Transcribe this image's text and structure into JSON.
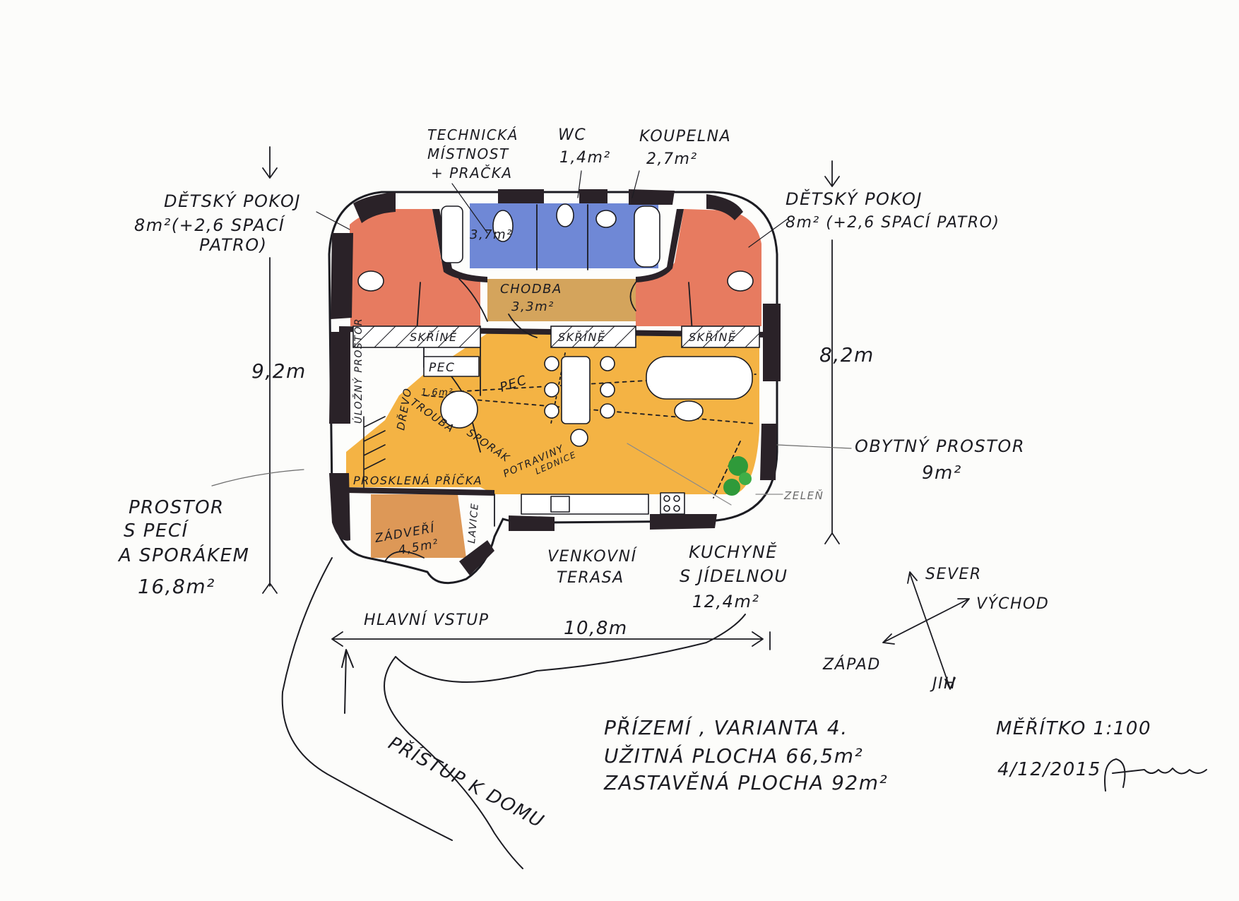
{
  "colors": {
    "paper": "#fcfcfa",
    "ink": "#1c1c22",
    "wall": "#2a2228",
    "child_room": "#e4694a",
    "bath": "#5673cf",
    "corridor": "#cf9a4a",
    "living": "#f2a92a",
    "rear_entry": "#d98d45",
    "greenery": "#2f9a3a"
  },
  "rooms": {
    "child_left": {
      "name": "DĚTSKÝ POKOJ",
      "line2": "8m²(+2,6 SPACÍ",
      "line3": "PATRO)"
    },
    "child_right": {
      "name": "DĚTSKÝ POKOJ",
      "line2": "8m² (+2,6 SPACÍ PATRO)"
    },
    "technical": {
      "line1": "TECHNICKÁ",
      "line2": "MÍSTNOST",
      "line3": "+ PRAČKA",
      "area": "3,7m²"
    },
    "wc": {
      "name": "WC",
      "area": "1,4m²"
    },
    "bathroom": {
      "name": "KOUPELNA",
      "area": "2,7m²"
    },
    "corridor": {
      "name": "CHODBA",
      "area": "3,3m²"
    },
    "living": {
      "name": "OBYTNÝ PROSTOR",
      "area": "9m²"
    },
    "stove_space": {
      "line1": "PROSTOR",
      "line2": "S PECÍ",
      "line3": "A SPORÁKEM",
      "area": "16,8m²"
    },
    "kitchen": {
      "line1": "KUCHYNĚ",
      "line2": "S JÍDELNOU",
      "area": "12,4m²"
    },
    "rear_entry": {
      "name": "ZÁDVEŘÍ",
      "area": "4,5m²"
    },
    "terrace": {
      "line1": "VENKOVNÍ",
      "line2": "TERASA"
    }
  },
  "labels": {
    "wardrobe": "SKŘÍNĚ",
    "oven_top": "PEC",
    "oven_arrow": "PEC",
    "oven_area": "1,6m²",
    "wood": "DŘEVO",
    "baking_oven": "TROUBA",
    "stove": "SPORÁK",
    "groceries": "POTRAVINY",
    "fridge": "LEDNICE",
    "storage": "ÚLOŽNÝ PROSTOR",
    "glass_partition": "PROSKLENÁ PŘÍČKA",
    "bench": "LAVICE",
    "greenery": "ZELEŇ",
    "main_entrance": "HLAVNÍ VSTUP",
    "access": "PŘÍSTUP K DOMU"
  },
  "dimensions": {
    "left_height": "9,2m",
    "right_height": "8,2m",
    "width": "10,8m"
  },
  "compass": {
    "north": "SEVER",
    "east": "VÝCHOD",
    "west": "ZÁPAD",
    "south": "JIH"
  },
  "summary": {
    "line1": "PŘÍZEMÍ , VARIANTA 4.",
    "line2": "UŽITNÁ PLOCHA 66,5m²",
    "line3": "ZASTAVĚNÁ PLOCHA 92m²"
  },
  "meta": {
    "scale": "MĚŘÍTKO 1:100",
    "date": "4/12/2015"
  }
}
